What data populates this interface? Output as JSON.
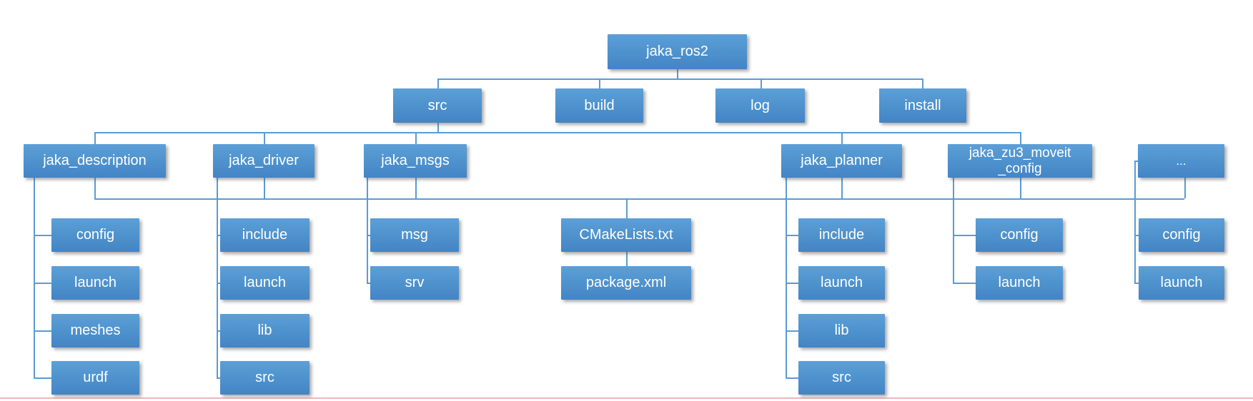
{
  "colors": {
    "node_top": "#5d9fd7",
    "node_mid": "#4e92cd",
    "node_bottom": "#4484c5",
    "line": "#5b9bd5",
    "text": "#ffffff",
    "bottom_rule": "#edb9bb",
    "bg": "#ffffff"
  },
  "tree": {
    "root": {
      "label": "jaka_ros2"
    },
    "workspace_dirs": [
      {
        "label": "src"
      },
      {
        "label": "build"
      },
      {
        "label": "log"
      },
      {
        "label": "install"
      }
    ],
    "packages": [
      {
        "label": "jaka_description",
        "children": [
          "config",
          "launch",
          "meshes",
          "urdf"
        ]
      },
      {
        "label": "jaka_driver",
        "children": [
          "include",
          "launch",
          "lib",
          "src"
        ]
      },
      {
        "label": "jaka_msgs",
        "children": [
          "msg",
          "srv"
        ]
      },
      {
        "label": "jaka_planner",
        "children": [
          "include",
          "launch",
          "lib",
          "src"
        ]
      },
      {
        "label": "jaka_zu3_moveit_config",
        "label_lines": [
          "jaka_zu3_moveit",
          "_config"
        ],
        "children": [
          "config",
          "launch"
        ]
      },
      {
        "label": "...",
        "children": [
          "config",
          "launch"
        ]
      }
    ],
    "package_files": [
      {
        "label": "CMakeLists.txt"
      },
      {
        "label": "package.xml"
      }
    ]
  }
}
